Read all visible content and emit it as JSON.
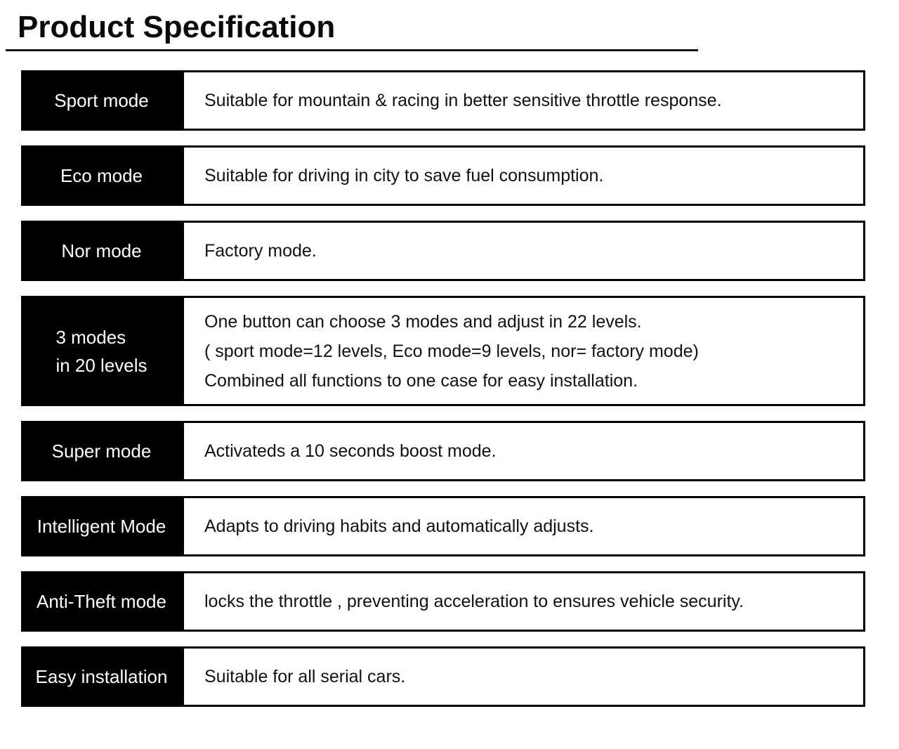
{
  "title": "Product Specification",
  "colors": {
    "page_bg": "#ffffff",
    "title_text": "#0a0a0a",
    "rule": "#1a1a1a",
    "label_bg": "#000000",
    "label_text": "#ffffff",
    "box_border": "#000000",
    "desc_text": "#111111"
  },
  "rows": [
    {
      "label_lines": [
        "Sport mode"
      ],
      "desc_lines": [
        "Suitable for mountain & racing in better sensitive throttle response."
      ]
    },
    {
      "label_lines": [
        "Eco mode"
      ],
      "desc_lines": [
        "Suitable for driving in city to save fuel consumption."
      ]
    },
    {
      "label_lines": [
        "Nor mode"
      ],
      "desc_lines": [
        "Factory mode."
      ]
    },
    {
      "label_lines": [
        "3 modes",
        "in 20 levels"
      ],
      "desc_lines": [
        "One button can choose 3 modes and adjust in 22 levels.",
        "( sport mode=12 levels, Eco mode=9 levels, nor= factory mode)",
        "Combined all functions to one case for easy installation."
      ]
    },
    {
      "label_lines": [
        "Super mode"
      ],
      "desc_lines": [
        "Activateds a 10 seconds boost mode."
      ]
    },
    {
      "label_lines": [
        "Intelligent Mode"
      ],
      "desc_lines": [
        "Adapts to driving habits and automatically adjusts."
      ]
    },
    {
      "label_lines": [
        "Anti-Theft mode"
      ],
      "desc_lines": [
        "locks the throttle , preventing acceleration to ensures vehicle security."
      ]
    },
    {
      "label_lines": [
        "Easy installation"
      ],
      "desc_lines": [
        "Suitable for all serial cars."
      ]
    }
  ]
}
